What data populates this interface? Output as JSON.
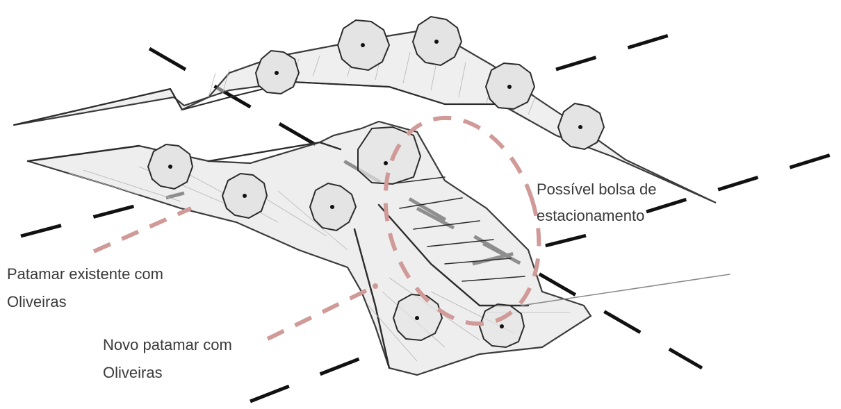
{
  "labels": {
    "parking_line1": "Possível bolsa de",
    "parking_line2": "estacionamento",
    "existing_line1": "Patamar existente com",
    "existing_line2": "Oliveiras",
    "new_line1": "Novo patamar com",
    "new_line2": "Oliveiras"
  },
  "colors": {
    "annotation": "#d09a98",
    "pencil": "#2b2b2b",
    "axis_dash": "#111111",
    "fill_grey": "#e2e2e2"
  }
}
